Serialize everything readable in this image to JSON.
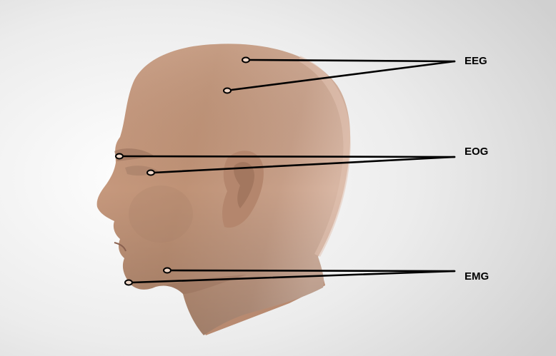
{
  "labels": {
    "eeg": "EEG",
    "eog": "EOG",
    "emg": "EMG"
  },
  "colors": {
    "skin_light": "#cfa58c",
    "skin_mid": "#b98b70",
    "skin_dark": "#8e6653",
    "background_light": "#ffffff",
    "background_grey": "#d4d4d4",
    "line": "#000000"
  }
}
